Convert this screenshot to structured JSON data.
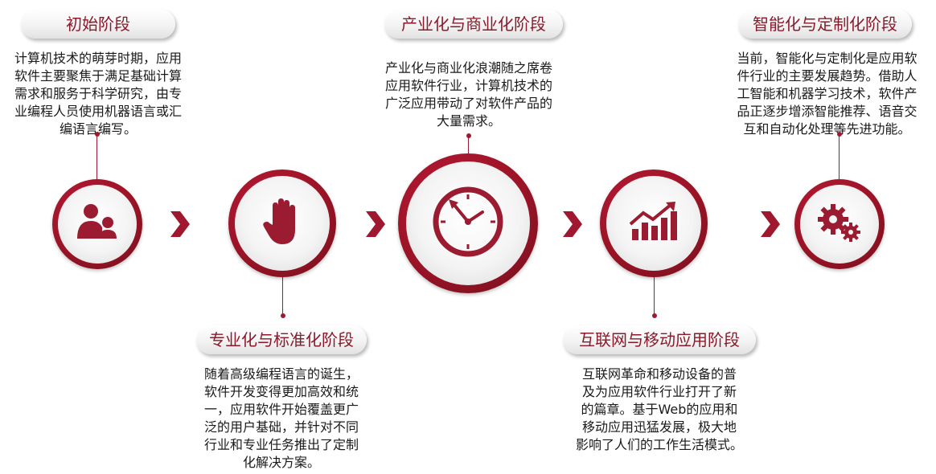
{
  "stages": [
    {
      "title": "初始阶段",
      "lines": [
        "计算机技术的萌芽时期，应用",
        "软件主要聚焦于满足基础计算",
        "需求和服务于科学研究，由专",
        "业编程人员使用机器语言或汇",
        "编语言编写。"
      ],
      "icon": "people-icon"
    },
    {
      "title": "专业化与标准化阶段",
      "lines": [
        "随着高级编程语言的诞生，",
        "软件开发变得更加高效和统",
        "一，应用软件开始覆盖更广",
        "泛的用户基础，并针对不同",
        "行业和专业任务推出了定制",
        "化解决方案。"
      ],
      "icon": "hand-icon"
    },
    {
      "title": "产业化与商业化阶段",
      "lines": [
        "产业化与商业化浪潮随之席卷",
        "应用软件行业，计算机技术的",
        "广泛应用带动了对软件产品的",
        "大量需求。"
      ],
      "icon": "clock-icon"
    },
    {
      "title": "互联网与移动应用阶段",
      "lines": [
        "互联网革命和移动设备的普",
        "及为应用软件行业打开了新",
        "的篇章。基于Web的应用和",
        "移动应用迅猛发展，极大地",
        "影响了人们的工作生活模式。"
      ],
      "icon": "growth-chart-icon"
    },
    {
      "title": "智能化与定制化阶段",
      "lines": [
        "当前，智能化与定制化是应用软",
        "件行业的主要发展趋势。借助人",
        "工智能和机器学习技术，软件产",
        "品正逐步增添智能推荐、语音交",
        "互和自动化处理等先进功能。"
      ],
      "icon": "gears-icon"
    }
  ],
  "colors": {
    "accent": "#9b1b30",
    "title": "#8a1a2b"
  }
}
